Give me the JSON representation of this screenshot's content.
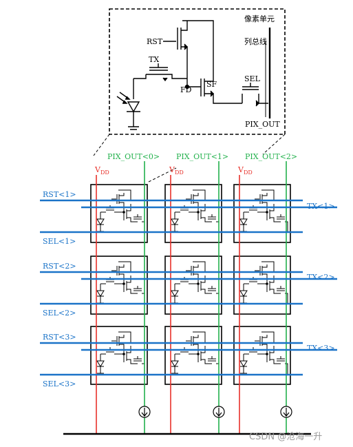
{
  "detail": {
    "title": "像素单元",
    "column_bus": "列总线",
    "rst": "RST",
    "tx": "TX",
    "fd": "FD",
    "sf": "SF",
    "sel": "SEL",
    "pix_out": "PIX_OUT"
  },
  "array": {
    "columns": [
      {
        "vdd": "V",
        "vdd_sub": "DD",
        "pix_out": "PIX_OUT<0>"
      },
      {
        "vdd": "V",
        "vdd_sub": "DD",
        "pix_out": "PIX_OUT<1>"
      },
      {
        "vdd": "V",
        "vdd_sub": "DD",
        "pix_out": "PIX_OUT<2>"
      }
    ],
    "rows": [
      {
        "rst": "RST<1>",
        "tx": "TX<1>",
        "sel": "SEL<1>"
      },
      {
        "rst": "RST<2>",
        "tx": "TX<2>",
        "sel": "SEL<2>"
      },
      {
        "rst": "RST<3>",
        "tx": "TX<3>",
        "sel": "SEL<3>"
      }
    ]
  },
  "watermark": "CSDN @沧海一升",
  "colors": {
    "vdd": "#e8312a",
    "pix_out": "#22b14c",
    "bus": "#1a73c8",
    "circuit": "#000000"
  }
}
